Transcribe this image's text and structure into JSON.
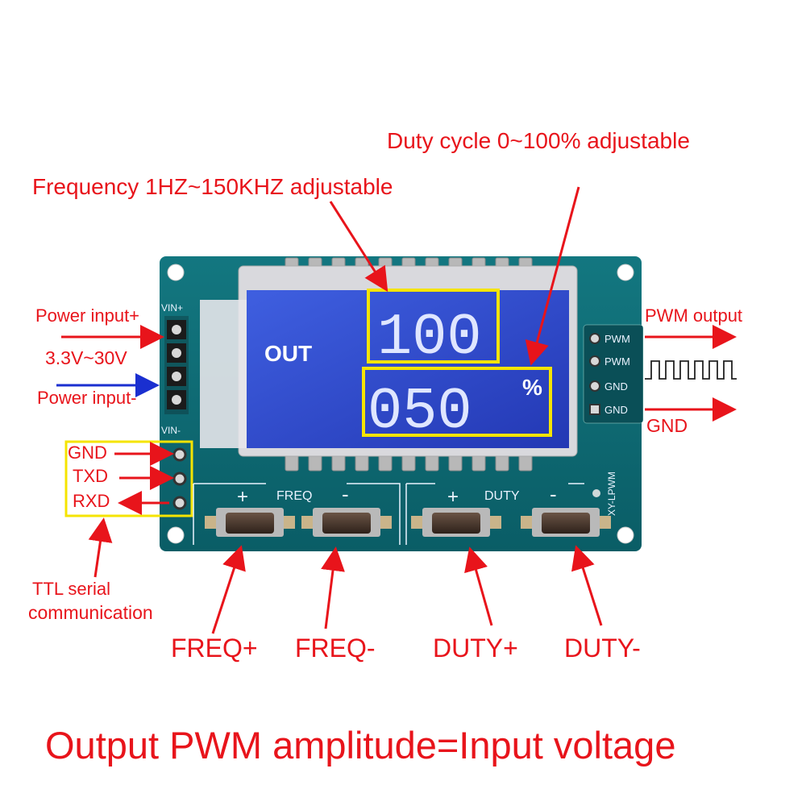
{
  "labels": {
    "duty_range": "Duty cycle 0~100% adjustable",
    "freq_range": "Frequency 1HZ~150KHZ adjustable",
    "power_plus": "Power input+",
    "voltage_range": "3.3V~30V",
    "power_minus": "Power input-",
    "gnd_pin": "GND",
    "txd_pin": "TXD",
    "rxd_pin": "RXD",
    "ttl_line1": "TTL serial",
    "ttl_line2": "communication",
    "pwm_output": "PWM output",
    "gnd_output": "GND",
    "freq_plus": "FREQ+",
    "freq_minus": "FREQ-",
    "duty_plus": "DUTY+",
    "duty_minus": "DUTY-",
    "footer": "Output PWM amplitude=Input voltage"
  },
  "board": {
    "vin_plus": "VIN+",
    "vin_minus": "VIN-",
    "pwm_pin_1": "PWM",
    "pwm_pin_2": "PWM",
    "gnd_pin_1": "GND",
    "gnd_pin_2": "GND",
    "freq_section": "FREQ",
    "duty_section": "DUTY",
    "plus_symbol": "+",
    "minus_symbol": "-",
    "model": "XY-LPWM"
  },
  "lcd": {
    "mode_label": "OUT",
    "frequency_display": "100",
    "duty_display": "050",
    "percent_symbol": "%"
  },
  "colors": {
    "annotation_red": "#e8141b",
    "pcb_teal": "#0d6a73",
    "lcd_blue": "#2f4cc9",
    "highlight_yellow": "#f5e400",
    "ground_arrow_blue": "#1a2fd0"
  }
}
